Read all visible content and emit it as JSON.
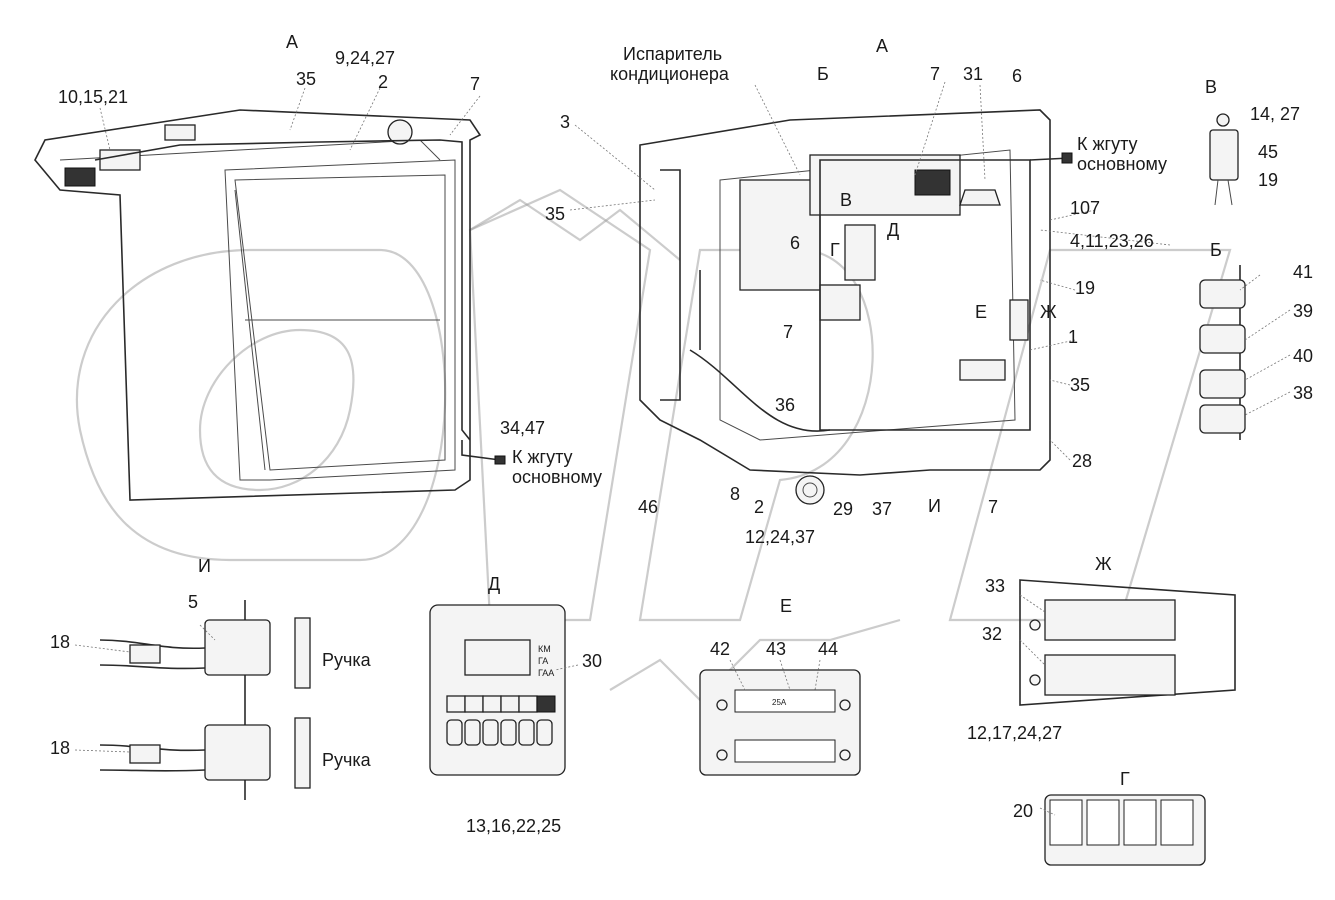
{
  "labels": {
    "view_A_left": "А",
    "p10_15_21": "10,15,21",
    "p35_top": "35",
    "p9_24_27": "9,24,27",
    "p2_top": "2",
    "p7_top_left": "7",
    "p34_47": "34,47",
    "harness_a1": "К жгуту",
    "harness_a2": "основному",
    "evap_1": "Испаритель",
    "evap_2": "кондиционера",
    "view_A_center": "А",
    "p3": "3",
    "p35_mid": "35",
    "B_letter": "Б",
    "p7_c": "7",
    "p31": "31",
    "p6_c": "6",
    "harness_b1": "К жгуту",
    "harness_b2": "основному",
    "p107": "107",
    "V_small": "В",
    "p6_l": "6",
    "G_small": "Г",
    "D_small": "Д",
    "p4_11_23_26": "4,11,23,26",
    "p19_mid": "19",
    "E_arrow": "Е",
    "Zh_arrow": "Ж",
    "p7_mid": "7",
    "p1": "1",
    "p36": "36",
    "p35_right": "35",
    "p28": "28",
    "p8": "8",
    "p2_bottom": "2",
    "p29": "29",
    "p37": "37",
    "I_small": "И",
    "p7_bottom": "7",
    "p46": "46",
    "p12_24_37": "12,24,37",
    "view_V": "В",
    "p14_27": "14, 27",
    "p45": "45",
    "p19_v": "19",
    "view_B": "Б",
    "p41": "41",
    "p39": "39",
    "p40": "40",
    "p38": "38",
    "view_I": "И",
    "p5": "5",
    "p18_a": "18",
    "p18_b": "18",
    "handle_a": "Ручка",
    "handle_b": "Ручка",
    "view_D": "Д",
    "p30": "30",
    "p13_16_22_25": "13,16,22,25",
    "panel_km": "КМ",
    "panel_ga": "ГА",
    "panel_gaa": "ГАА",
    "view_E": "Е",
    "p42": "42",
    "p43": "43",
    "p44": "44",
    "view_Zh": "Ж",
    "p33": "33",
    "p32": "32",
    "p12_17_24_27": "12,17,24,27",
    "view_G": "Г",
    "p20": "20",
    "fuse_tag": "25A"
  }
}
